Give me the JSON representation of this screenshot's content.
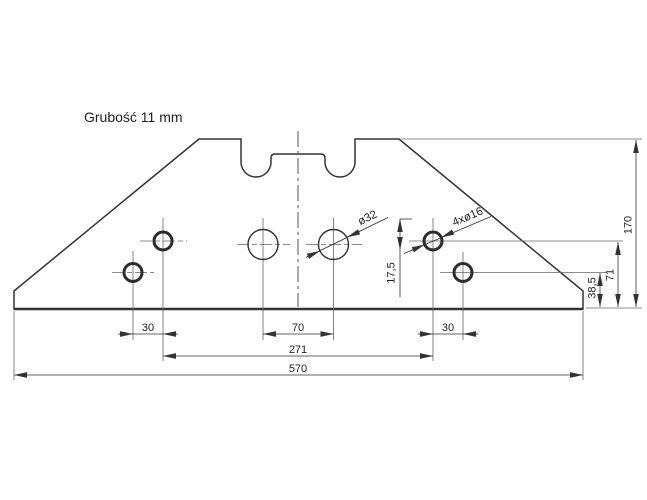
{
  "note": {
    "thickness": "Grubość 11 mm"
  },
  "leaders": {
    "large_hole": "ø32",
    "small_holes": "4xø16"
  },
  "dimensions": {
    "total_width": "570",
    "hole_pair_span": "271",
    "pair_spacing_left": "30",
    "pair_spacing_right": "30",
    "big_hole_spacing": "70",
    "total_height": "170",
    "upper_hole_height": "71",
    "lower_hole_height": "38,5",
    "hole_offset": "17,5"
  },
  "colors": {
    "line": "#333333",
    "text": "#222222",
    "background": "#ffffff"
  }
}
